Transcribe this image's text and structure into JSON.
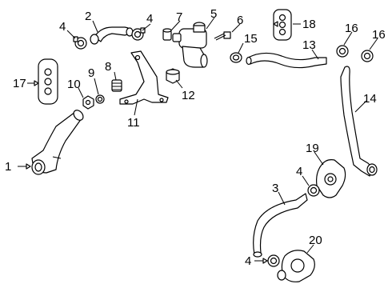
{
  "callouts": {
    "c1": "1",
    "c2": "2",
    "c3": "3",
    "c4a": "4",
    "c4b": "4",
    "c4c": "4",
    "c4d": "4",
    "c5": "5",
    "c6": "6",
    "c7": "7",
    "c8": "8",
    "c9": "9",
    "c10": "10",
    "c11": "11",
    "c12": "12",
    "c13": "13",
    "c14": "14",
    "c15": "15",
    "c16a": "16",
    "c16b": "16",
    "c17": "17",
    "c18": "18",
    "c19": "19",
    "c20": "20"
  }
}
